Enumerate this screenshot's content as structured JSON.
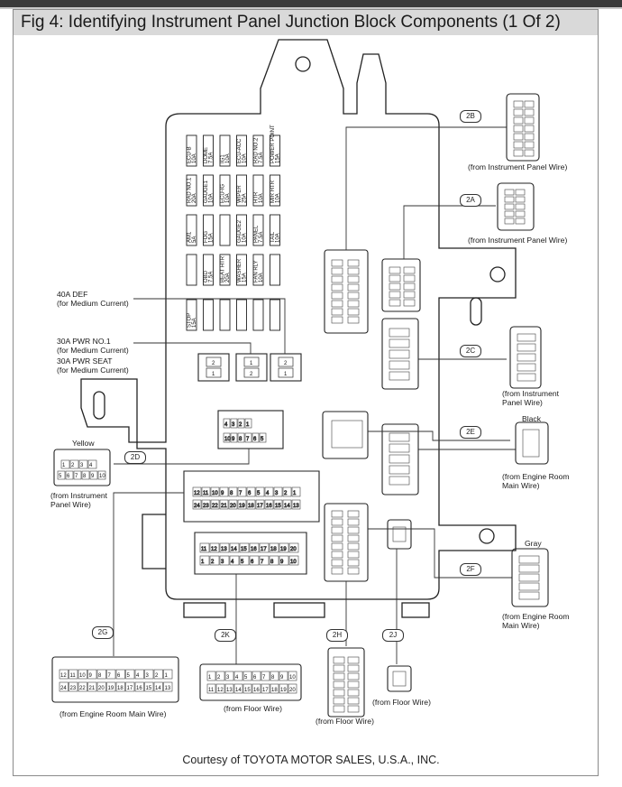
{
  "title": "Fig 4: Identifying Instrument Panel Junction Block Components (1 Of 2)",
  "credit": "Courtesy of TOYOTA MOTOR SALES, U.S.A., INC.",
  "callouts": {
    "def40": [
      "40A DEF",
      "(for Medium Current)"
    ],
    "pwr30": [
      "30A PWR NO.1",
      "(for Medium Current)"
    ],
    "seat30": [
      "30A PWR SEAT",
      "(for Medium Current)"
    ]
  },
  "connectors": {
    "c2B": {
      "ref": "2B",
      "from": [
        "(from Instrument Panel Wire)"
      ]
    },
    "c2A": {
      "ref": "2A",
      "from": [
        "(from Instrument Panel Wire)"
      ]
    },
    "c2C": {
      "ref": "2C",
      "from": [
        "(from Instrument",
        "Panel Wire)"
      ]
    },
    "c2E": {
      "ref": "2E",
      "color": "Black",
      "from": [
        "(from Engine Room",
        "Main Wire)"
      ]
    },
    "c2F": {
      "ref": "2F",
      "color": "Gray",
      "from": [
        "(from Engine Room",
        "Main Wire)"
      ]
    },
    "c2D": {
      "ref": "2D",
      "color": "Yellow",
      "from": [
        "(from Instrument",
        "Panel Wire)"
      ]
    },
    "c2G": {
      "ref": "2G",
      "from": [
        "(from Engine Room Main Wire)"
      ]
    },
    "c2K": {
      "ref": "2K",
      "from": [
        "(from Floor Wire)"
      ]
    },
    "c2H": {
      "ref": "2H",
      "from": [
        "(from Floor Wire)"
      ]
    },
    "c2J": {
      "ref": "2J",
      "from": [
        "(from Floor Wire)"
      ]
    }
  },
  "fuses": {
    "row1": [
      {
        "name": "ECU-B",
        "amp": "10A"
      },
      {
        "name": "DOME",
        "amp": "7.5A"
      },
      {
        "name": "IG1",
        "amp": "10A"
      },
      {
        "name": "ECU-ACC",
        "amp": "10A"
      },
      {
        "name": "RAD NO.2",
        "amp": "7.5A"
      },
      {
        "name": "POWER POINT",
        "amp": "15A"
      }
    ],
    "row2": [
      {
        "name": "RAD NO.1",
        "amp": "20A"
      },
      {
        "name": "GAUGE1",
        "amp": "10A"
      },
      {
        "name": "ECU-IG",
        "amp": "10A"
      },
      {
        "name": "WIPER",
        "amp": "25A"
      },
      {
        "name": "HTR",
        "amp": "10A"
      },
      {
        "name": "MIR HTR",
        "amp": "10A"
      }
    ],
    "row3": [
      {
        "name": "AM1",
        "amp": "5A"
      },
      {
        "name": "FOG",
        "amp": "15A"
      },
      {
        "name": "",
        "amp": ""
      },
      {
        "name": "GAUGE2",
        "amp": "10A"
      },
      {
        "name": "PANEL",
        "amp": "7.5A"
      },
      {
        "name": "TAIL",
        "amp": "10A"
      }
    ],
    "row4": [
      {
        "name": "",
        "amp": ""
      },
      {
        "name": "OBD",
        "amp": "7.5A"
      },
      {
        "name": "BEAT HTR",
        "amp": "20A"
      },
      {
        "name": "WASHER",
        "amp": "15A"
      },
      {
        "name": "FAN RLY",
        "amp": "10A"
      },
      {
        "name": "",
        "amp": ""
      }
    ],
    "row5": [
      {
        "name": "STOP",
        "amp": "15A"
      }
    ]
  },
  "relay_pins": {
    "r1": [
      "2",
      "1"
    ],
    "r2": [
      "1",
      "2"
    ],
    "r3": [
      "2",
      "1"
    ]
  },
  "pins": {
    "p2D_top": [
      "1",
      "2",
      "3",
      "4"
    ],
    "p2D_bot": [
      "5",
      "6",
      "7",
      "8",
      "9",
      "10"
    ],
    "p2G_top": [
      "12",
      "11",
      "10",
      "9",
      "8",
      "7",
      "6",
      "5",
      "4",
      "3",
      "2",
      "1"
    ],
    "p2G_bot": [
      "24",
      "23",
      "22",
      "21",
      "20",
      "19",
      "18",
      "17",
      "16",
      "15",
      "14",
      "13"
    ],
    "p2K_top": [
      "1",
      "2",
      "3",
      "4",
      "5",
      "6",
      "7",
      "8",
      "9",
      "10"
    ],
    "p2K_bot": [
      "11",
      "12",
      "13",
      "14",
      "15",
      "16",
      "17",
      "18",
      "19",
      "20"
    ],
    "p_mid_top": [
      "4",
      "3",
      "2",
      "1"
    ],
    "p_mid_bot": [
      "10",
      "9",
      "8",
      "7",
      "6",
      "5"
    ],
    "p2G_socket_top": [
      "12",
      "11",
      "10",
      "9",
      "8",
      "7",
      "6",
      "5",
      "4",
      "3",
      "2",
      "1"
    ],
    "p2G_socket_bot": [
      "24",
      "23",
      "22",
      "21",
      "20",
      "19",
      "18",
      "17",
      "16",
      "15",
      "14",
      "13"
    ],
    "p2K_socket_top": [
      "11",
      "12",
      "13",
      "14",
      "15",
      "16",
      "17",
      "18",
      "19",
      "20"
    ],
    "p2K_socket_bot": [
      "1",
      "2",
      "3",
      "4",
      "5",
      "6",
      "7",
      "8",
      "9",
      "10"
    ]
  }
}
